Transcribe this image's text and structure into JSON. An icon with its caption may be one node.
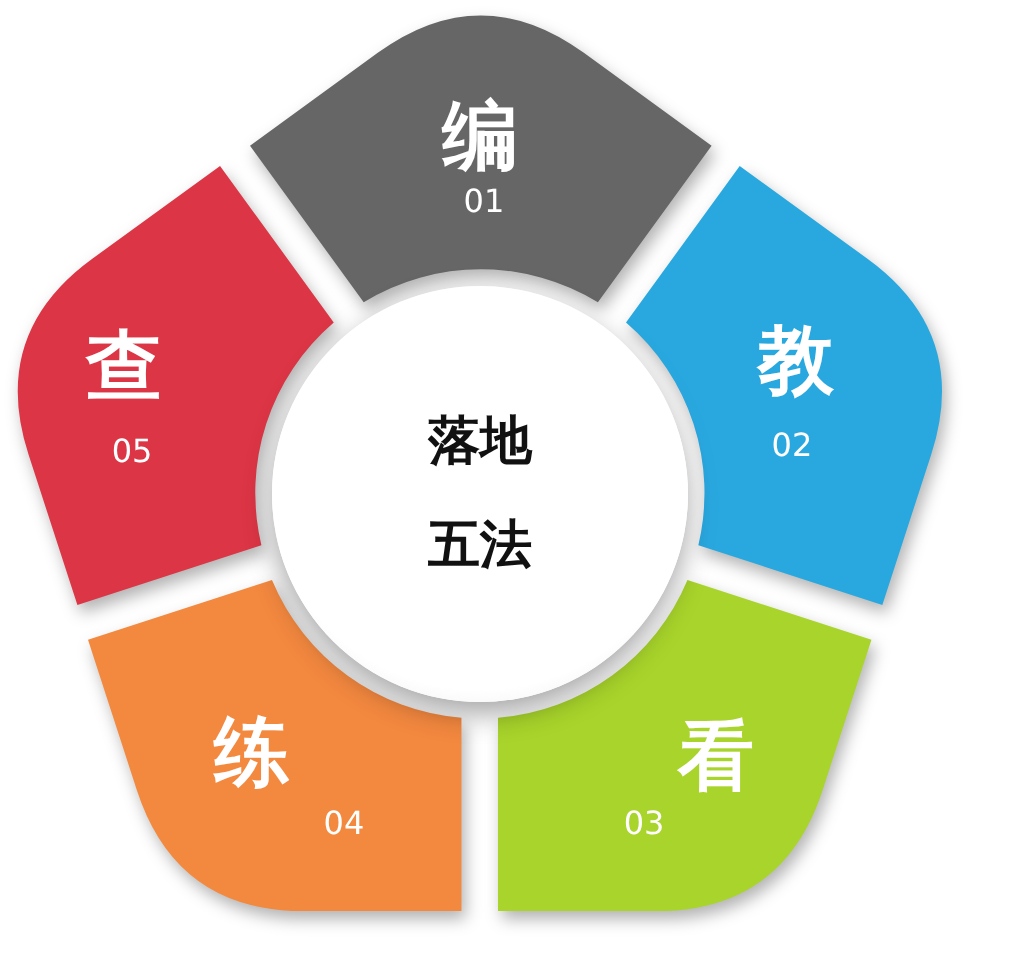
{
  "diagram": {
    "nodes": [
      {
        "text": [
          "落地五法"
        ]
      },
      {
        "text": [
          "编",
          "01"
        ]
      },
      {
        "text": [
          "教",
          "02"
        ]
      },
      {
        "text": [
          "看",
          "03"
        ]
      },
      {
        "text": [
          "练",
          "04"
        ]
      },
      {
        "text": [
          "查",
          "05"
        ]
      }
    ]
  }
}
